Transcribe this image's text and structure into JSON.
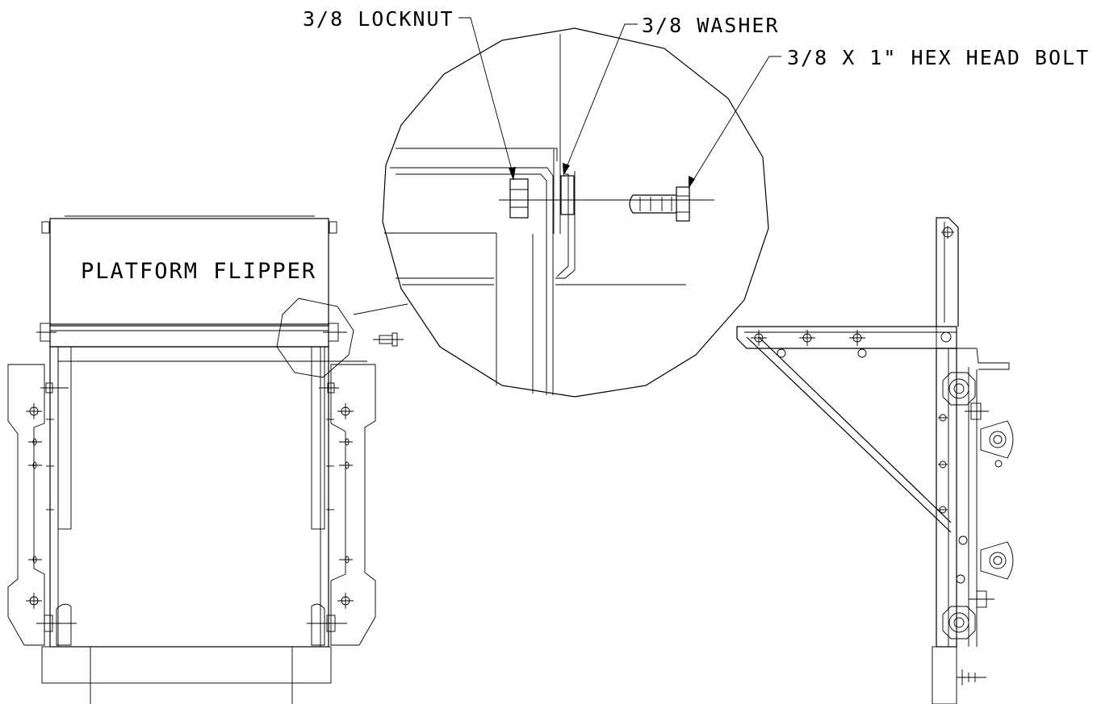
{
  "labels": {
    "locknut": "3/8 LOCKNUT",
    "washer": "3/8 WASHER",
    "bolt": "3/8 X 1\" HEX HEAD BOLT",
    "platform": "PLATFORM FLIPPER"
  },
  "colors": {
    "line": "#000000",
    "background": "#ffffff"
  }
}
